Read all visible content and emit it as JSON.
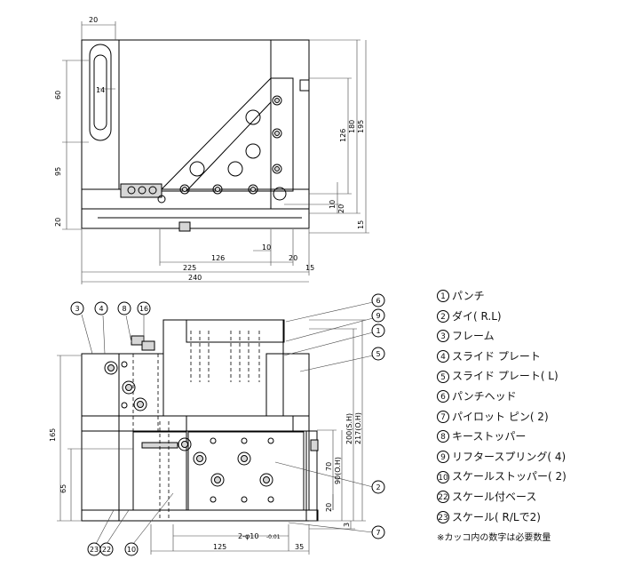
{
  "top_view": {
    "dims": [
      "20",
      "60",
      "14",
      "95",
      "20",
      "126",
      "180",
      "195",
      "10",
      "20",
      "15",
      "10",
      "126",
      "20",
      "15",
      "225",
      "240"
    ]
  },
  "front_view": {
    "dims": [
      "165",
      "65",
      "200(S.H)",
      "217(O.H)",
      "70",
      "90(O.H)",
      "20",
      "3",
      "2-φ10",
      "125",
      "35"
    ],
    "tolerance": "-0.01",
    "balloons": [
      "3",
      "4",
      "8",
      "16",
      "6",
      "9",
      "1",
      "5",
      "2",
      "7",
      "23",
      "22",
      "10"
    ]
  },
  "legend": {
    "items": [
      {
        "num": "1",
        "label": "パンチ"
      },
      {
        "num": "2",
        "label": "ダイ( R.L)"
      },
      {
        "num": "3",
        "label": "フレーム"
      },
      {
        "num": "4",
        "label": "スライド プレート"
      },
      {
        "num": "5",
        "label": "スライド プレート( L)"
      },
      {
        "num": "6",
        "label": "パンチヘッド"
      },
      {
        "num": "7",
        "label": "パイロット ピン( 2)"
      },
      {
        "num": "8",
        "label": "キーストッパー"
      },
      {
        "num": "9",
        "label": "リフタースプリング( 4)"
      },
      {
        "num": "10",
        "label": "スケールストッパー( 2)"
      },
      {
        "num": "22",
        "label": "スケール付ベース"
      },
      {
        "num": "23",
        "label": "スケール( R/Lで2)"
      }
    ],
    "note": "※カッコ内の数字は必要数量"
  }
}
